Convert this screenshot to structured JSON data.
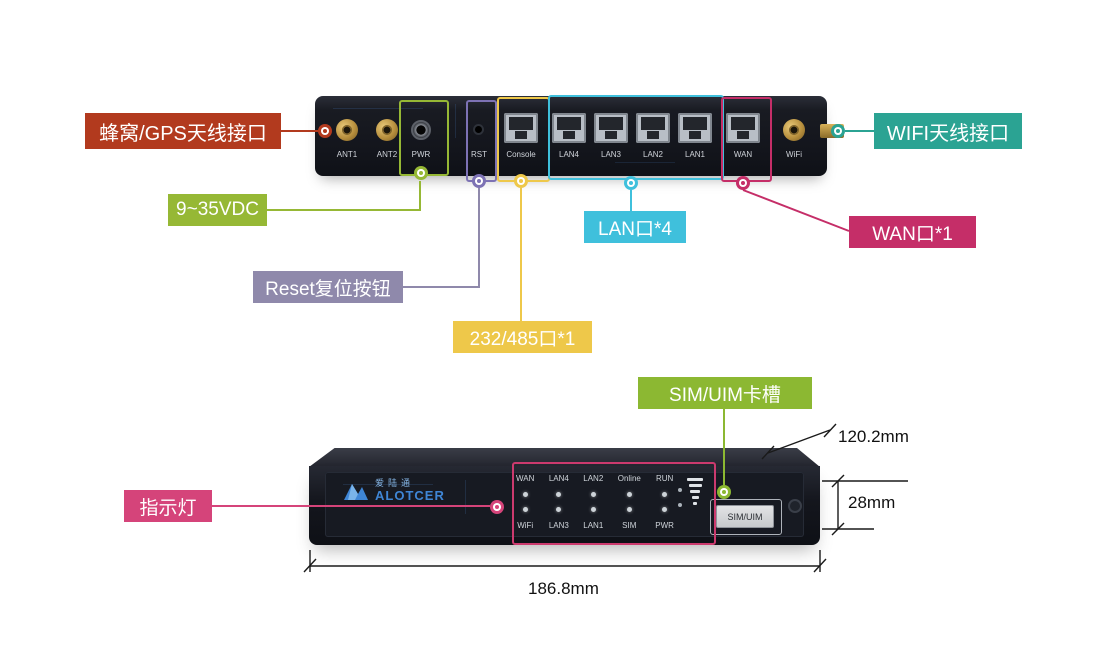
{
  "callouts": {
    "cellular": {
      "label": "蜂窝/GPS天线接口",
      "color": "#b23a1e"
    },
    "power": {
      "label": "9~35VDC",
      "color": "#96b835"
    },
    "reset": {
      "label": "Reset复位按钮",
      "color": "#8f89ab"
    },
    "serial": {
      "label": "232/485口*1",
      "color": "#eec84a"
    },
    "lan": {
      "label": "LAN口*4",
      "color": "#3fc0dc"
    },
    "wan": {
      "label": "WAN口*1",
      "color": "#c52e68"
    },
    "wifi": {
      "label": "WIFI天线接口",
      "color": "#2ba393"
    },
    "sim": {
      "label": "SIM/UIM卡槽",
      "color": "#8cb832"
    },
    "leds": {
      "label": "指示灯",
      "color": "#d5447a"
    }
  },
  "back_panel": {
    "ports": {
      "ant1": "ANT1",
      "ant2": "ANT2",
      "pwr": "PWR",
      "rst": "RST",
      "console": "Console",
      "lan4": "LAN4",
      "lan3": "LAN3",
      "lan2": "LAN2",
      "lan1": "LAN1",
      "wan": "WAN",
      "wifi": "WiFi"
    }
  },
  "front_panel": {
    "brand_cn": "爱陆通",
    "brand_en": "ALOTCER",
    "led_row1": [
      "WAN",
      "LAN4",
      "LAN2",
      "Online",
      "RUN"
    ],
    "led_row2": [
      "WiFi",
      "LAN3",
      "LAN1",
      "SIM",
      "PWR"
    ],
    "sim_slot_label": "SIM/UIM"
  },
  "dimensions": {
    "depth": "120.2mm",
    "height": "28mm",
    "width": "186.8mm"
  }
}
